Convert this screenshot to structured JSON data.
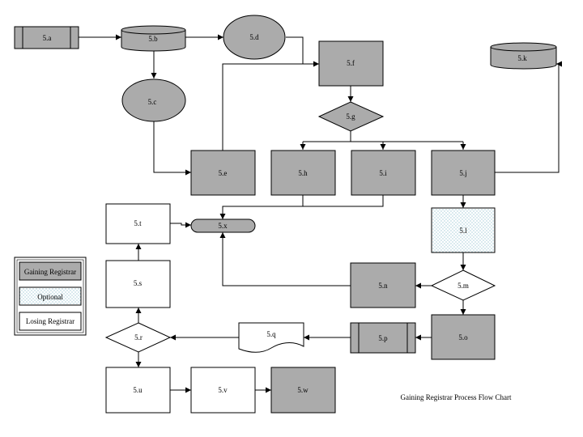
{
  "title": "Gaining Registrar Process Flow Chart",
  "colors": {
    "gaining": "#ababab",
    "losing": "#ffffff",
    "optional_dot": "#7fb8c8"
  },
  "nodes": {
    "a": "5.a",
    "b": "5.b",
    "c": "5.c",
    "d": "5.d",
    "e": "5.e",
    "f": "5.f",
    "g": "5.g",
    "h": "5.h",
    "i": "5.i",
    "j": "5.j",
    "k": "5.k",
    "l": "5.l",
    "m": "5.m",
    "n": "5.n",
    "o": "5.o",
    "p": "5.p",
    "q": "5.q",
    "r": "5.r",
    "s": "5.s",
    "t": "5.t",
    "u": "5.u",
    "v": "5.v",
    "w": "5.w",
    "x": "5.x"
  },
  "legend": {
    "gaining": "Gaining Registrar",
    "optional": "Optional",
    "losing": "Losing Registrar"
  }
}
